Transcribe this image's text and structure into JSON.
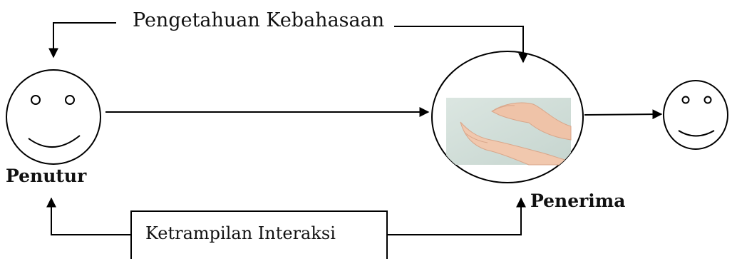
{
  "labels": {
    "top": "Pengetahuan Kebahasaan",
    "bottom_box": "Ketrampilan Interaksi",
    "speaker": "Penutur",
    "receiver": "Penerima"
  },
  "elements": {
    "speaker_face": "smiley-face-icon",
    "receiver_image": "hands-image",
    "listener_face": "smiley-face-icon"
  },
  "colors": {
    "line": "#000000",
    "background": "#ffffff",
    "photo_background": "#d3e0da",
    "skin": "#efc3a8"
  }
}
